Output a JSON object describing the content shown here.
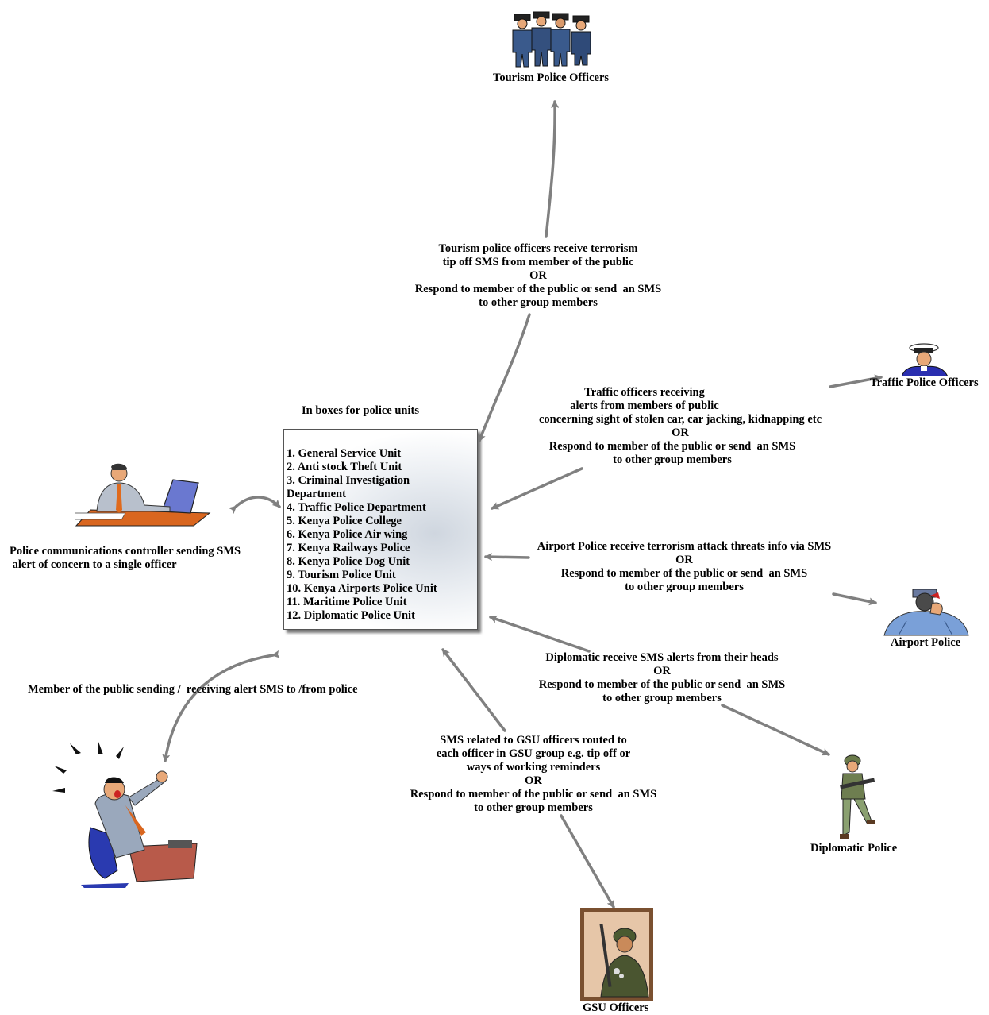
{
  "diagram": {
    "units_heading": "In boxes for police units",
    "units": [
      "1. General Service Unit",
      "2. Anti stock Theft Unit",
      "3. Criminal Investigation Department",
      "4. Traffic Police Department",
      "5. Kenya Police College",
      "6. Kenya Police Air wing",
      "7. Kenya Railways Police",
      "8. Kenya Police Dog Unit",
      "9. Tourism Police Unit",
      "10. Kenya Airports Police Unit",
      "11. Maritime Police Unit",
      "12. Diplomatic Police Unit"
    ],
    "nodes": {
      "tourism": {
        "label": "Tourism Police Officers",
        "icon": "police-group-icon"
      },
      "traffic": {
        "label": "Traffic Police Officers",
        "icon": "traffic-officer-icon"
      },
      "airport": {
        "label": "Airport Police",
        "icon": "airport-officer-icon"
      },
      "diplomatic": {
        "label": "Diplomatic Police",
        "icon": "soldier-icon"
      },
      "gsu": {
        "label": "GSU Officers",
        "icon": "soldier-portrait-icon"
      },
      "controller": {
        "lines": [
          "Police communications controller sending SMS",
          " alert of concern to a single officer"
        ],
        "icon": "office-worker-icon"
      },
      "public": {
        "label": "Member of the public sending /  receiving alert SMS to /from police",
        "icon": "panicked-person-icon"
      }
    },
    "edge_labels": {
      "tourism": [
        "Tourism police officers receive terrorism",
        "tip off SMS from member of the public",
        "OR",
        "Respond to member of the public or send  an SMS",
        "to other group members"
      ],
      "traffic": [
        "Traffic officers receiving",
        "alerts from members of public",
        "concerning sight of stolen car, car jacking, kidnapping etc",
        "OR",
        "Respond to member of the public or send  an SMS",
        "to other group members"
      ],
      "airport": [
        "Airport Police receive terrorism attack threats info via SMS",
        "OR",
        "Respond to member of the public or send  an SMS",
        "to other group members"
      ],
      "diplomatic": [
        "Diplomatic receive SMS alerts from their heads",
        "OR",
        "Respond to member of the public or send  an SMS",
        "to other group members"
      ],
      "gsu": [
        "SMS related to GSU officers routed to",
        "each officer in GSU group e.g. tip off or",
        "ways of working reminders",
        "OR",
        "Respond to member of the public or send  an SMS",
        "to other group members"
      ]
    }
  },
  "colors": {
    "arrow": "#808080",
    "uniform_blue": "#3a5a8c",
    "skin": "#e8a878",
    "khaki": "#8a9a6a",
    "frame_brown": "#7a5030"
  }
}
